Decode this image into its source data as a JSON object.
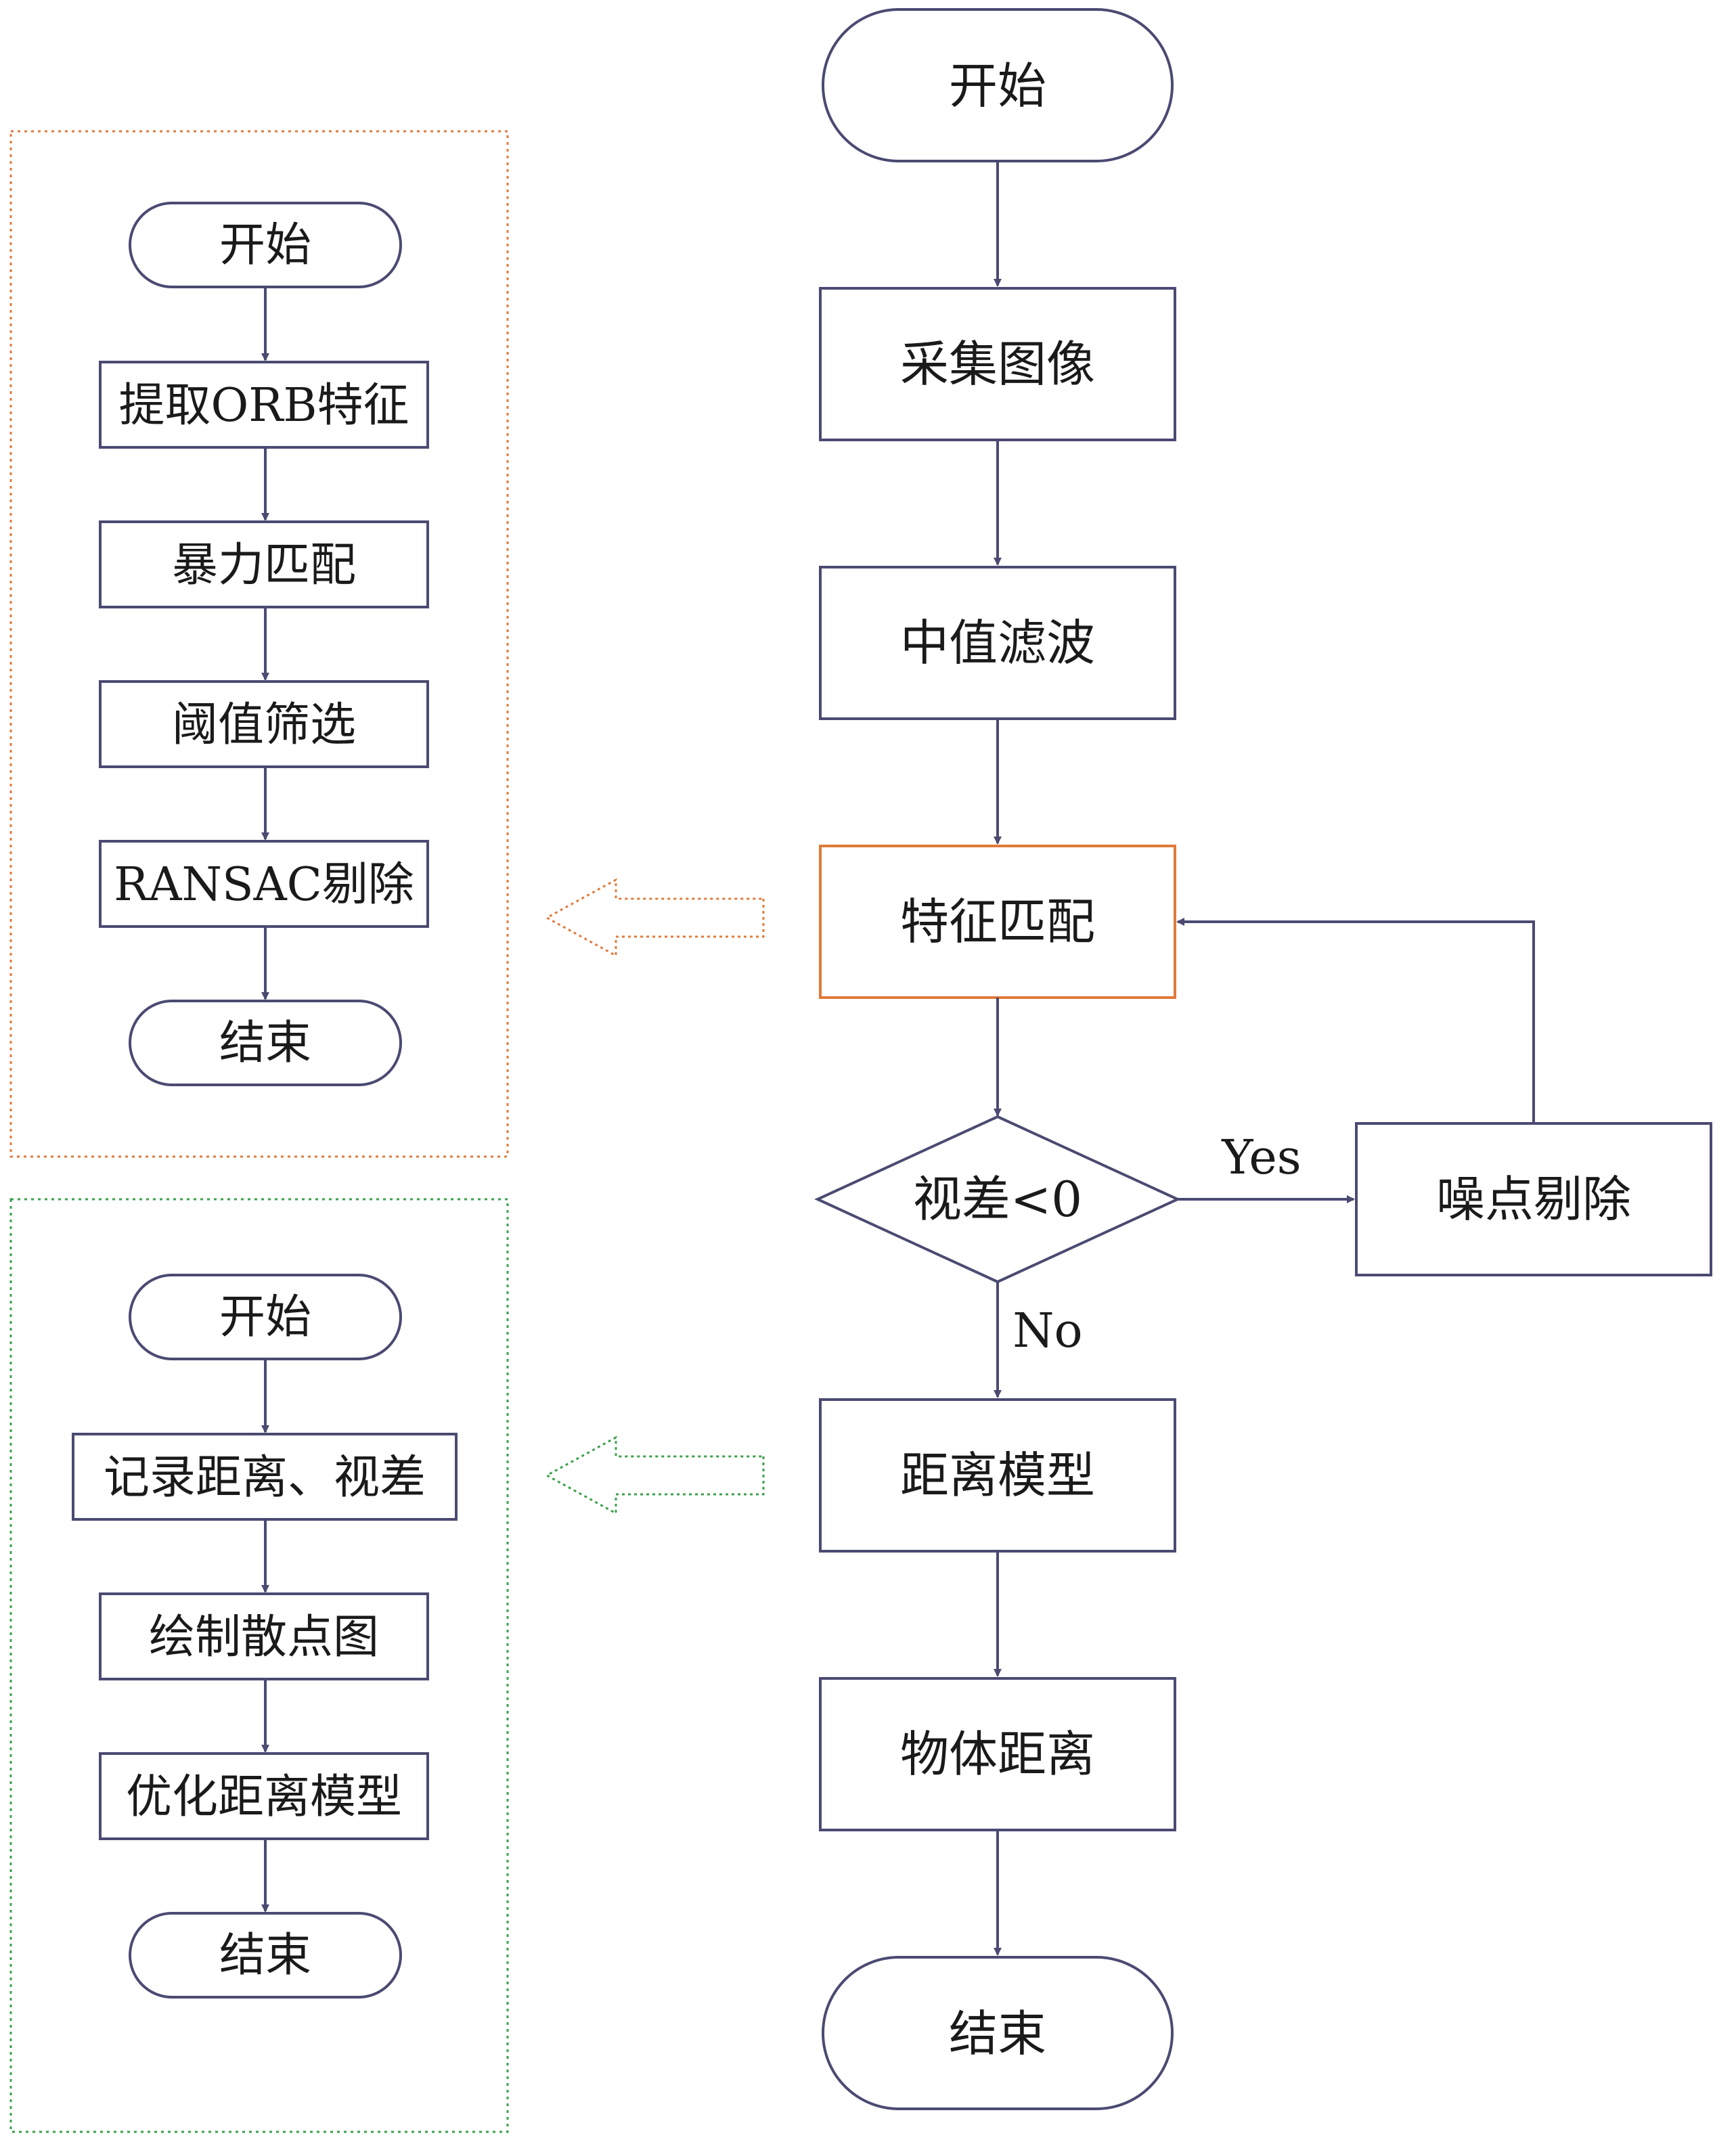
{
  "main_flow": {
    "start": "开始",
    "acquire": "采集图像",
    "filter": "中值滤波",
    "match": "特征匹配",
    "decision": "视差<0",
    "yes_label": "Yes",
    "no_label": "No",
    "noise_removal": "噪点剔除",
    "distance_model": "距离模型",
    "object_distance": "物体距离",
    "end": "结束"
  },
  "match_detail": {
    "start": "开始",
    "step1": "提取ORB特征",
    "step2": "暴力匹配",
    "step3": "阈值筛选",
    "step4": "RANSAC剔除",
    "end": "结束"
  },
  "model_detail": {
    "start": "开始",
    "step1": "记录距离、视差",
    "step2": "绘制散点图",
    "step3": "优化距离模型",
    "end": "结束"
  },
  "colors": {
    "node_stroke": "#4a4a72",
    "highlight_orange": "#e07a3a",
    "highlight_green": "#3aa04a"
  }
}
